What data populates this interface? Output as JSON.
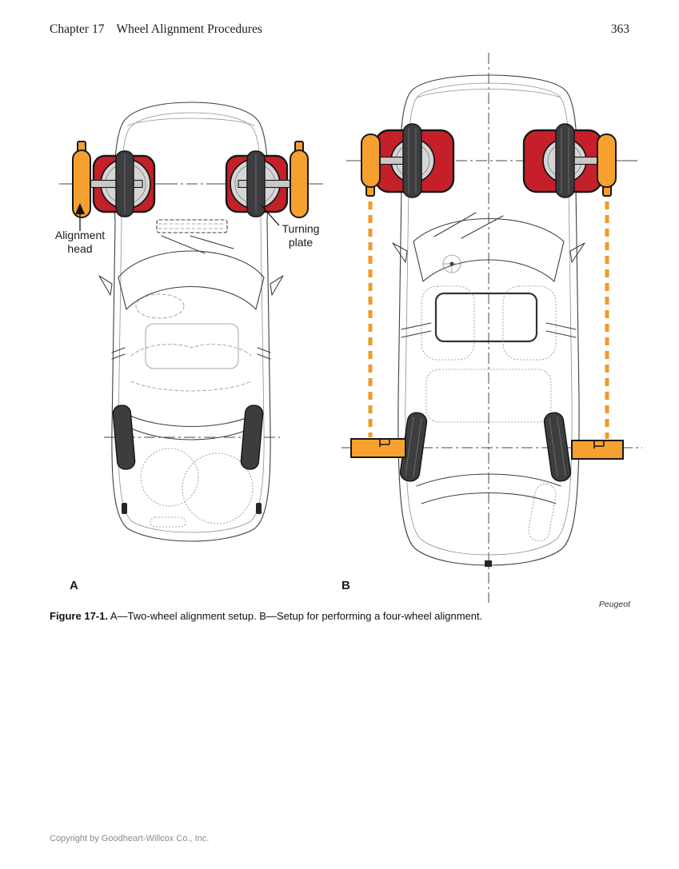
{
  "header": {
    "chapter": "Chapter 17",
    "title": "Wheel Alignment Procedures",
    "page_number": "363"
  },
  "figure": {
    "callouts": {
      "alignment_head": "Alignment head",
      "turning_plate": "Turning plate"
    },
    "panel_a_label": "A",
    "panel_b_label": "B",
    "credit": "Peugeot",
    "caption_lead": "Figure 17-1.",
    "caption_text": " A—Two-wheel alignment setup. B—Setup for performing a four-wheel alignment."
  },
  "footer": {
    "copyright": "Copyright by Goodheart-Willcox Co., Inc."
  },
  "colors": {
    "turning_plate_red": "#c5202a",
    "equipment_orange": "#f6a12f",
    "toe_line_orange": "#ef9a28",
    "tire_gray": "#3d3d40",
    "hub_gray": "#d6d6d6"
  }
}
